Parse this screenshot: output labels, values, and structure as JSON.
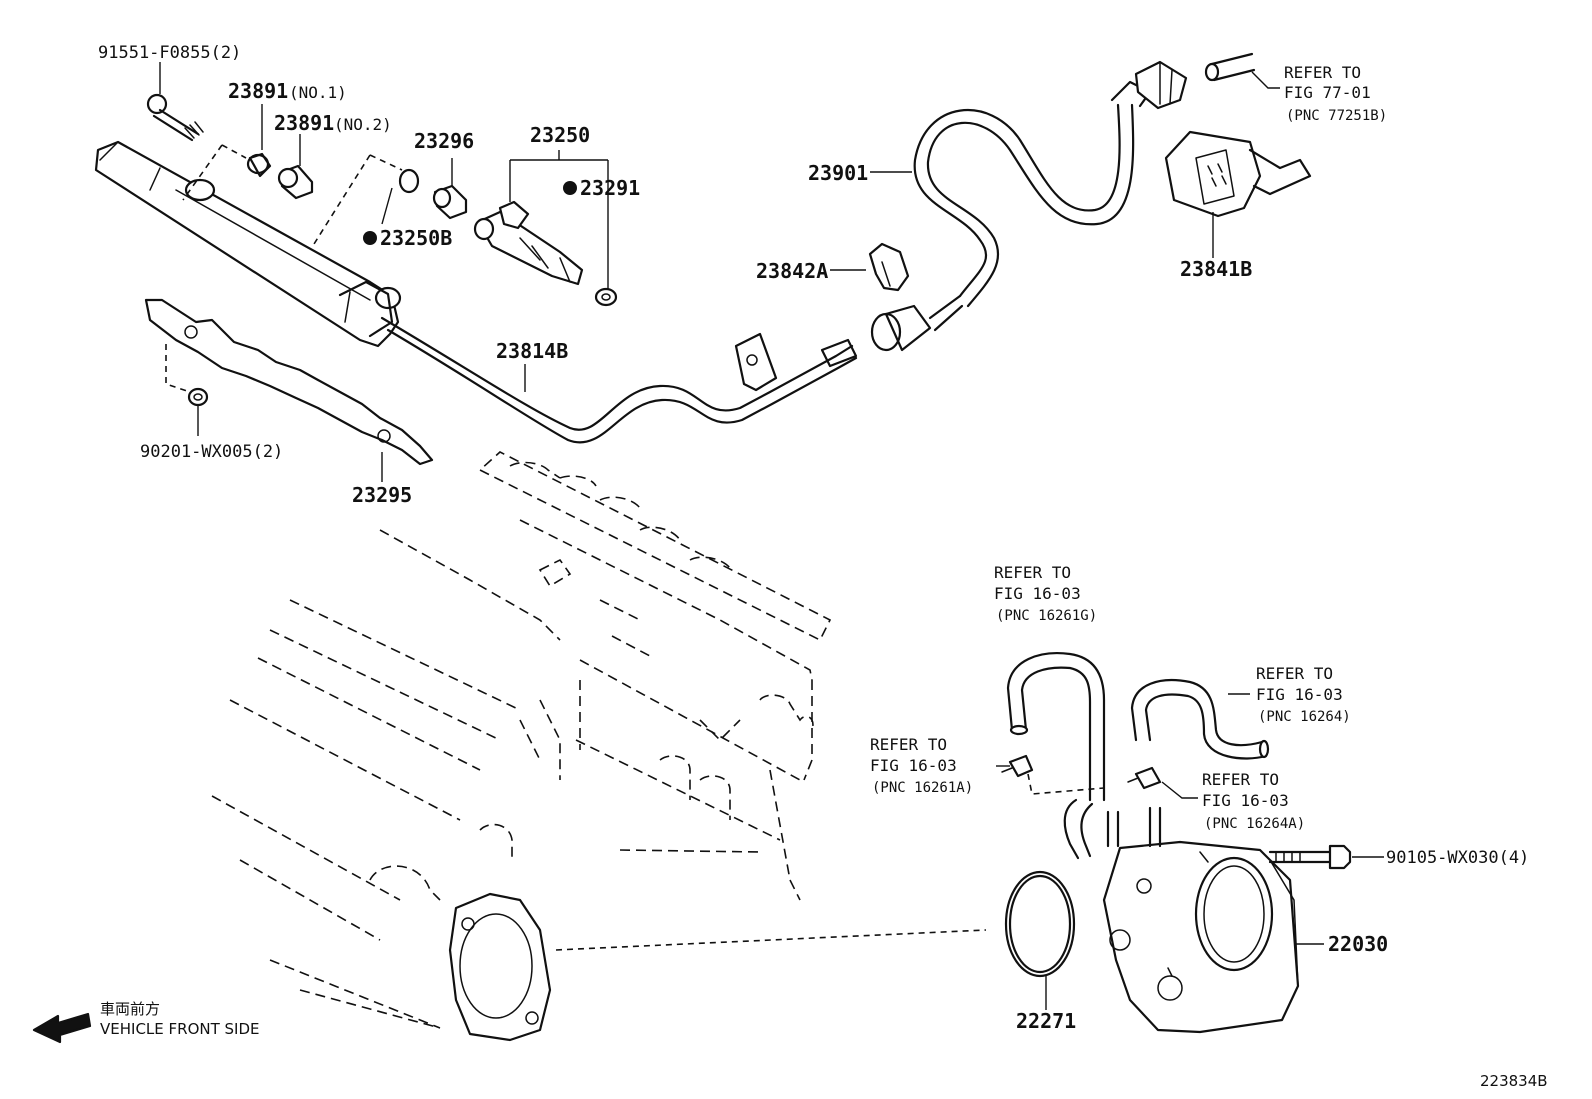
{
  "parts": {
    "bolt_rail": "91551-F0855(2)",
    "insulator_no1": "23891",
    "insulator_no1_note": "(NO.1)",
    "insulator_no2": "23891",
    "insulator_no2_note": "(NO.2)",
    "injector_cushion": "23296",
    "oring_23250b": "23250B",
    "injector_set": "23250",
    "seal_23291": "23291",
    "hose_23901": "23901",
    "connector_23841b": "23841B",
    "clamp_23842a": "23842A",
    "fuel_tube": "23814B",
    "gasket_90201": "90201-WX005(2)",
    "plate_23295": "23295",
    "bolt_90105": "90105-WX030(4)",
    "throttle_body": "22030",
    "gasket_22271": "22271"
  },
  "refs": {
    "r77": {
      "l1": "REFER TO",
      "l2": "FIG 77-01",
      "l3": "(PNC 77251B)"
    },
    "r16261g": {
      "l1": "REFER TO",
      "l2": "FIG 16-03",
      "l3": "(PNC 16261G)"
    },
    "r16264": {
      "l1": "REFER TO",
      "l2": "FIG 16-03",
      "l3": "(PNC 16264)"
    },
    "r16261a": {
      "l1": "REFER TO",
      "l2": "FIG 16-03",
      "l3": "(PNC 16261A)"
    },
    "r16264a": {
      "l1": "REFER TO",
      "l2": "FIG 16-03",
      "l3": "(PNC 16264A)"
    }
  },
  "front": {
    "jp": "車両前方",
    "en": "VEHICLE FRONT SIDE"
  },
  "drawing_id": "223834B",
  "marks": {
    "filled_dot": "filled-circle-marker"
  }
}
